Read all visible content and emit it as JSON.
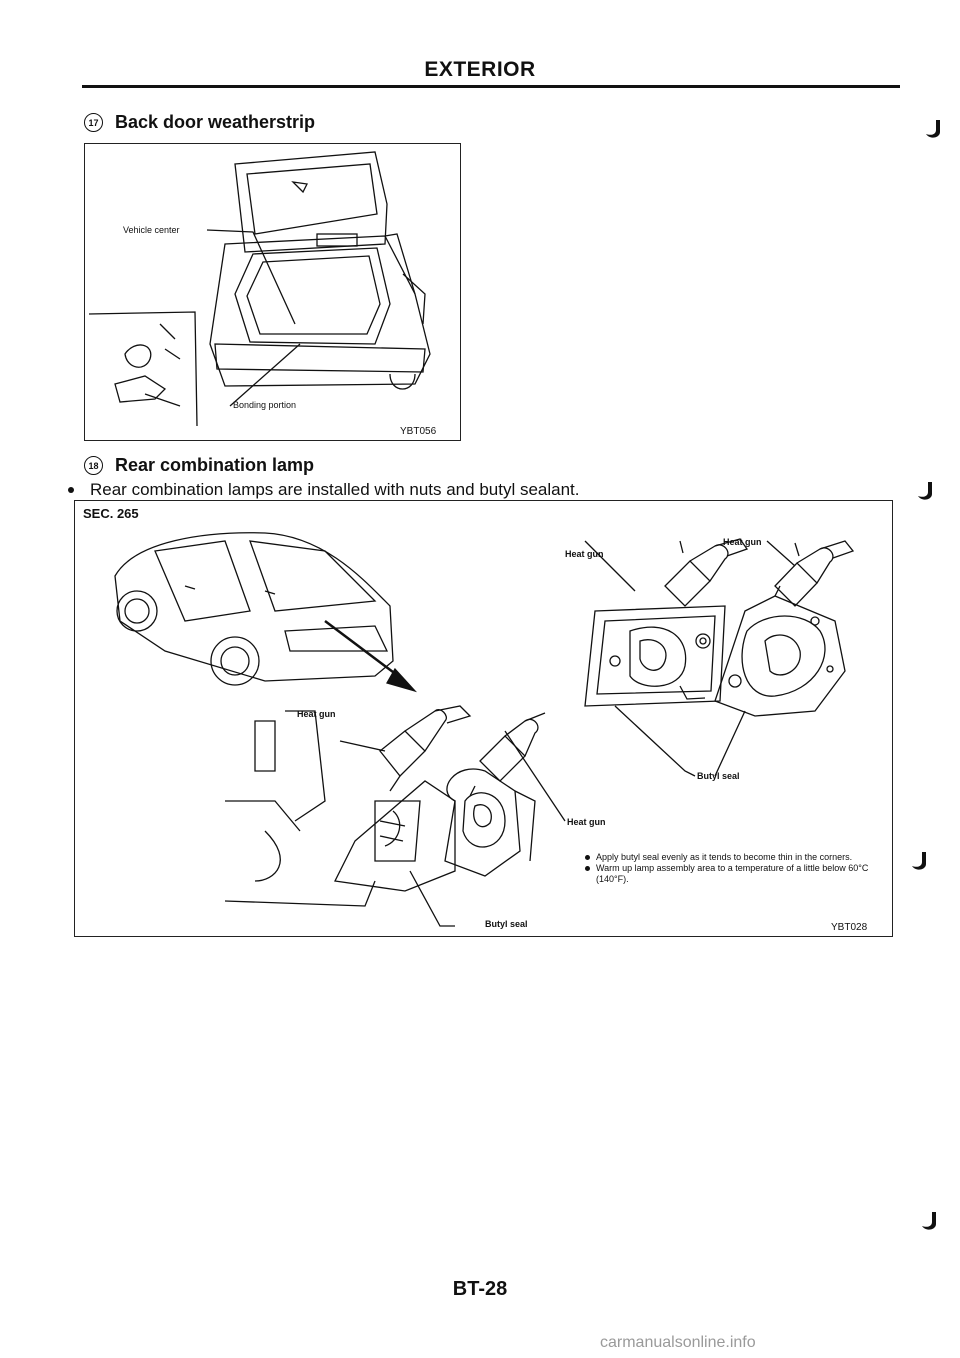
{
  "header": {
    "title": "EXTERIOR"
  },
  "section1": {
    "number": "17",
    "title": "Back door weatherstrip",
    "figure": {
      "label_vehicle_center": "Vehicle center",
      "label_bonding": "Bonding portion",
      "code": "YBT056"
    }
  },
  "section2": {
    "number": "18",
    "title": "Rear combination lamp",
    "bullet": "Rear combination lamps are installed with nuts and butyl sealant.",
    "figure": {
      "sec": "SEC. 265",
      "heat_gun_1": "Heat gun",
      "heat_gun_2": "Heat gun",
      "heat_gun_3": "Heat gun",
      "heat_gun_4": "Heat gun",
      "butyl_seal_1": "Butyl seal",
      "butyl_seal_2": "Butyl seal",
      "notes": [
        "Apply butyl seal evenly as it tends to become thin in the corners.",
        "Warm up lamp assembly area to a temperature of a little below 60°C (140°F)."
      ],
      "code": "YBT028"
    }
  },
  "footer": {
    "page": "BT-28"
  },
  "watermark": "carmanualsonline.info"
}
